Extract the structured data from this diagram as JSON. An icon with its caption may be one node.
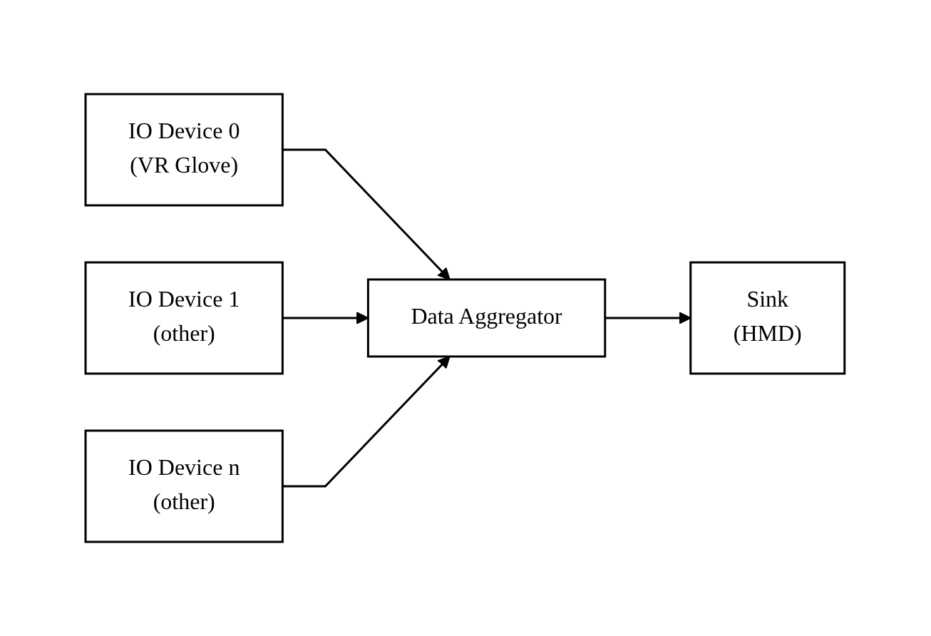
{
  "diagram": {
    "nodes": [
      {
        "text": [
          "IO Device 0",
          "(VR Glove)"
        ]
      },
      {
        "text": [
          "IO Device 1",
          "(other)"
        ]
      },
      {
        "text": [
          "IO Device n",
          "(other)"
        ]
      },
      {
        "text": [
          "Data Aggregator"
        ]
      },
      {
        "text": [
          "Sink",
          "(HMD)"
        ]
      }
    ],
    "edges": [
      {
        "from": 0,
        "to": 3,
        "arrow": "to"
      },
      {
        "from": 1,
        "to": 3,
        "arrow": "to"
      },
      {
        "from": 2,
        "to": 3,
        "arrow": "to"
      },
      {
        "from": 3,
        "to": 4,
        "arrow": "to"
      }
    ]
  }
}
